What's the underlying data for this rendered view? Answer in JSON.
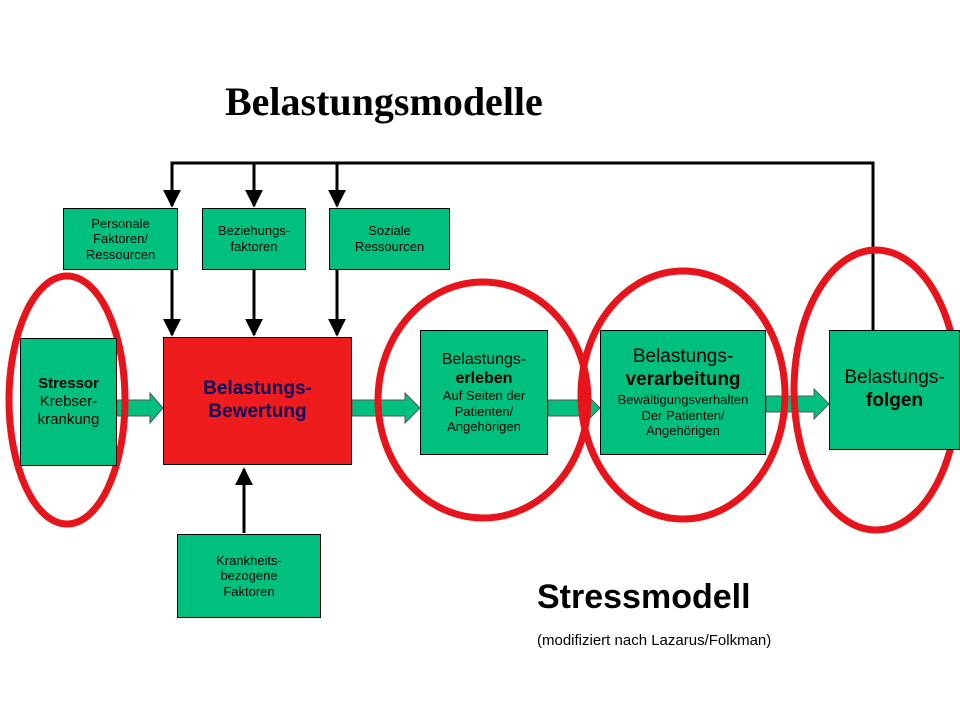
{
  "title": "Belastungsmodelle",
  "stressmodel": {
    "title": "Stressmodell",
    "subtitle": "(modifiziert nach Lazarus/Folkman)"
  },
  "nodes": {
    "stressor": {
      "line1": "Stressor",
      "line2": "Krebser-",
      "line3": "krankung"
    },
    "bewertung": {
      "line1": "Belastungs-",
      "line2": "Bewertung"
    },
    "erleben": {
      "line1": "Belastungs-",
      "line2": "erleben",
      "line3": "Auf Seiten der",
      "line4": "Patienten/",
      "line5": "Angehörigen"
    },
    "verarbeitung": {
      "line1": "Belastungs-",
      "line2": "verarbeitung",
      "line3": "Bewältigungsverhalten",
      "line4": "Der Patienten/",
      "line5": "Angehörigen"
    },
    "folgen": {
      "line1": "Belastungs-",
      "line2": "folgen"
    },
    "personale": {
      "line1": "Personale",
      "line2": "Faktoren/",
      "line3": "Ressourcen"
    },
    "beziehung": {
      "line1": "Beziehungs-",
      "line2": "faktoren"
    },
    "soziale": {
      "line1": "Soziale",
      "line2": "Ressourcen"
    },
    "krankheit": {
      "line1": "Krankheits-",
      "line2": "bezogene",
      "line3": "Faktoren"
    }
  },
  "colors": {
    "box_green": "#00c080",
    "box_red": "#ee1c1c",
    "ellipse_red": "#e8141c",
    "arrow_green": "#00c080",
    "text_blue": "#0a0a60",
    "line_black": "#000000"
  }
}
